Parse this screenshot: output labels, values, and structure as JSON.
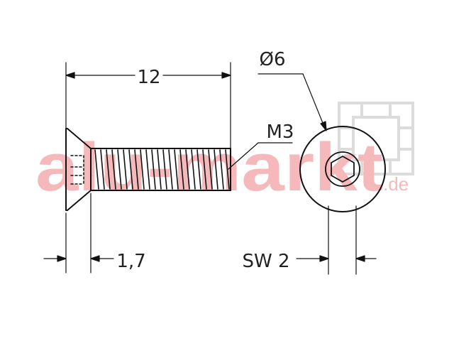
{
  "dimensions": {
    "length": "12",
    "head_diameter": "Ø6",
    "thread": "M3",
    "head_height": "1,7",
    "wrench_size": "SW 2"
  },
  "watermark": {
    "text": "alu-markt",
    "suffix": ".de"
  },
  "colors": {
    "line": "#111111",
    "watermark": "#f5b9bb",
    "watermark_logo": "#dcdcdc"
  }
}
